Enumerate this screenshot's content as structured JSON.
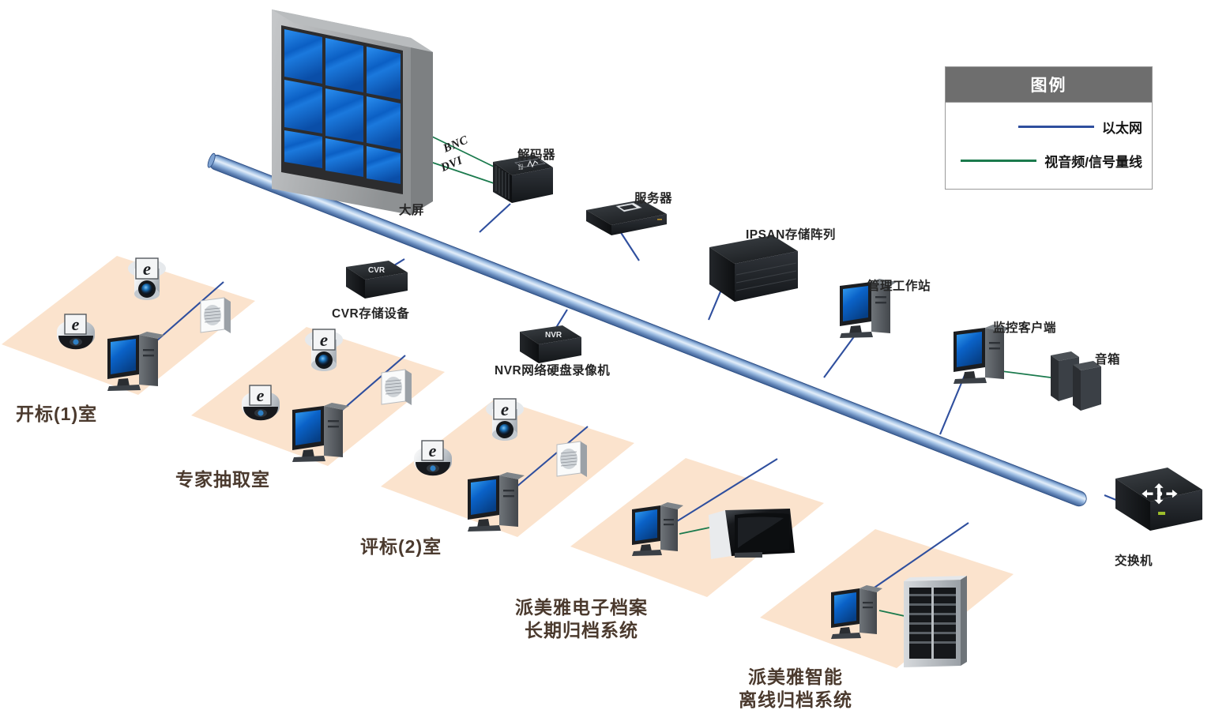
{
  "legend": {
    "title": "图例",
    "items": [
      {
        "label": "以太网",
        "color": "#2f4f9e",
        "kind": "ethernet"
      },
      {
        "label": "视音频/信号量线",
        "color": "#1b7a4d",
        "kind": "av-signal"
      }
    ]
  },
  "wire_labels": {
    "bnc": "BNC",
    "dvi": "DVI"
  },
  "devices": {
    "big_screen": "大屏",
    "decoder": "解码器",
    "cvr": "CVR存储设备",
    "cvr_badge": "CVR",
    "nvr": "NVR网络硬盘录像机",
    "nvr_badge": "NVR",
    "server": "服务器",
    "ipsan": "IPSAN存储阵列",
    "workstation": "管理工作站",
    "client": "监控客户端",
    "speakers": "音箱",
    "switch": "交换机"
  },
  "rooms": [
    {
      "id": "room1",
      "label": "开标(1)室"
    },
    {
      "id": "room2",
      "label": "专家抽取室"
    },
    {
      "id": "room3",
      "label": "评标(2)室"
    }
  ],
  "archive_systems": [
    {
      "id": "archive-longterm",
      "line1": "派美雅电子档案",
      "line2": "长期归档系统"
    },
    {
      "id": "archive-offline",
      "line1": "派美雅智能",
      "line2": "离线归档系统"
    }
  ],
  "colors": {
    "ethernet": "#2f4f9e",
    "av_signal": "#1b7a4d",
    "backbone_light": "#cfe0f5",
    "backbone_mid": "#7ba0cf",
    "backbone_dark": "#3d5f92",
    "room_floor": "#fbe3cd",
    "room_label": "#4b3a2e",
    "legend_header": "#6e6e6e",
    "screen_blue": "#1a74d8",
    "device_black": "#26282b"
  }
}
